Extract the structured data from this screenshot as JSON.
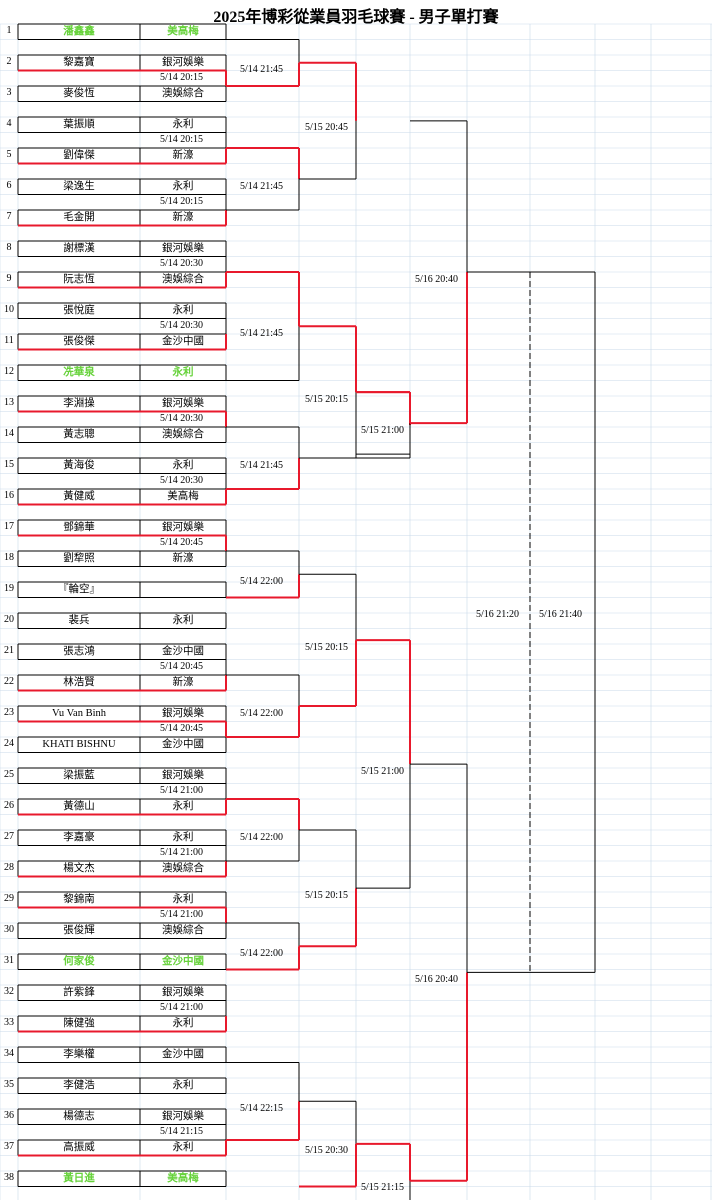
{
  "title": "2025年博彩從業員羽毛球賽 - 男子單打賽",
  "players": [
    {
      "n": "1",
      "name": "潘鑫鑫",
      "team": "美高梅",
      "seeded": true
    },
    {
      "n": "2",
      "name": "黎嘉寶",
      "team": "銀河娛樂",
      "seeded": false
    },
    {
      "n": "3",
      "name": "麥俊恆",
      "team": "澳娛綜合",
      "seeded": false
    },
    {
      "n": "4",
      "name": "葉振順",
      "team": "永利",
      "seeded": false
    },
    {
      "n": "5",
      "name": "劉偉傑",
      "team": "新濠",
      "seeded": false
    },
    {
      "n": "6",
      "name": "梁逸生",
      "team": "永利",
      "seeded": false
    },
    {
      "n": "7",
      "name": "毛金開",
      "team": "新濠",
      "seeded": false
    },
    {
      "n": "8",
      "name": "謝標漢",
      "team": "銀河娛樂",
      "seeded": false
    },
    {
      "n": "9",
      "name": "阮志恆",
      "team": "澳娛綜合",
      "seeded": false
    },
    {
      "n": "10",
      "name": "張悅庭",
      "team": "永利",
      "seeded": false
    },
    {
      "n": "11",
      "name": "張俊傑",
      "team": "金沙中國",
      "seeded": false
    },
    {
      "n": "12",
      "name": "冼華泉",
      "team": "永利",
      "seeded": true
    },
    {
      "n": "13",
      "name": "李淵操",
      "team": "銀河娛樂",
      "seeded": false
    },
    {
      "n": "14",
      "name": "黃志聰",
      "team": "澳娛綜合",
      "seeded": false
    },
    {
      "n": "15",
      "name": "黃海俊",
      "team": "永利",
      "seeded": false
    },
    {
      "n": "16",
      "name": "黃健威",
      "team": "美高梅",
      "seeded": false
    },
    {
      "n": "17",
      "name": "鄧錦華",
      "team": "銀河娛樂",
      "seeded": false
    },
    {
      "n": "18",
      "name": "劉犂照",
      "team": "新濠",
      "seeded": false
    },
    {
      "n": "19",
      "name": "『輪空』",
      "team": "",
      "seeded": false
    },
    {
      "n": "20",
      "name": "裴兵",
      "team": "永利",
      "seeded": false
    },
    {
      "n": "21",
      "name": "張志鴻",
      "team": "金沙中國",
      "seeded": false
    },
    {
      "n": "22",
      "name": "林浩賢",
      "team": "新濠",
      "seeded": false
    },
    {
      "n": "23",
      "name": "Vu Van Binh",
      "team": "銀河娛樂",
      "seeded": false
    },
    {
      "n": "24",
      "name": "KHATI BISHNU",
      "team": "金沙中國",
      "seeded": false
    },
    {
      "n": "25",
      "name": "梁振藍",
      "team": "銀河娛樂",
      "seeded": false
    },
    {
      "n": "26",
      "name": "黃德山",
      "team": "永利",
      "seeded": false
    },
    {
      "n": "27",
      "name": "李嘉豪",
      "team": "永利",
      "seeded": false
    },
    {
      "n": "28",
      "name": "楊文杰",
      "team": "澳娛綜合",
      "seeded": false
    },
    {
      "n": "29",
      "name": "黎錦南",
      "team": "永利",
      "seeded": false
    },
    {
      "n": "30",
      "name": "張俊輝",
      "team": "澳娛綜合",
      "seeded": false
    },
    {
      "n": "31",
      "name": "何家俊",
      "team": "金沙中國",
      "seeded": true
    },
    {
      "n": "32",
      "name": "許紫鋒",
      "team": "銀河娛樂",
      "seeded": false
    },
    {
      "n": "33",
      "name": "陳健強",
      "team": "永利",
      "seeded": false
    },
    {
      "n": "34",
      "name": "李樂權",
      "team": "金沙中國",
      "seeded": false
    },
    {
      "n": "35",
      "name": "李健浩",
      "team": "永利",
      "seeded": false
    },
    {
      "n": "36",
      "name": "楊德志",
      "team": "銀河娛樂",
      "seeded": false
    },
    {
      "n": "37",
      "name": "高振威",
      "team": "永利",
      "seeded": false
    },
    {
      "n": "38",
      "name": "黃日進",
      "team": "美高梅",
      "seeded": true
    }
  ],
  "round1_times": [
    "5/14 20:15",
    "5/14 20:15",
    "5/14 20:15",
    "5/14 20:30",
    "5/14 20:30",
    "5/14 20:30",
    "5/14 20:30",
    "5/14 20:45",
    "5/14 20:45",
    "5/14 20:45",
    "5/14 21:00",
    "5/14 21:00",
    "5/14 21:00",
    "5/14 21:00",
    "5/14 21:15"
  ],
  "round2_times": [
    "5/14 21:45",
    "5/14 21:45",
    "5/14 21:45",
    "5/14 21:45",
    "5/14 22:00",
    "5/14 22:00",
    "5/14 22:00",
    "5/14 22:00",
    "5/14 22:15"
  ],
  "round3_times": [
    "5/15 20:45",
    "5/15 20:15",
    "5/15 20:15",
    "5/15 20:15",
    "5/15 20:30"
  ],
  "round4_times": [
    "5/15 21:00",
    "5/15 21:00",
    "5/15 21:15"
  ],
  "semifinal_times": [
    "5/16 20:40",
    "5/16 20:40"
  ],
  "final_times": [
    "5/16 21:20",
    "5/16 21:40"
  ],
  "colors": {
    "winner_line": "#e8192c",
    "seeded_text": "#66d23a",
    "grid": "#c9d9ea",
    "bracket": "#000000"
  }
}
